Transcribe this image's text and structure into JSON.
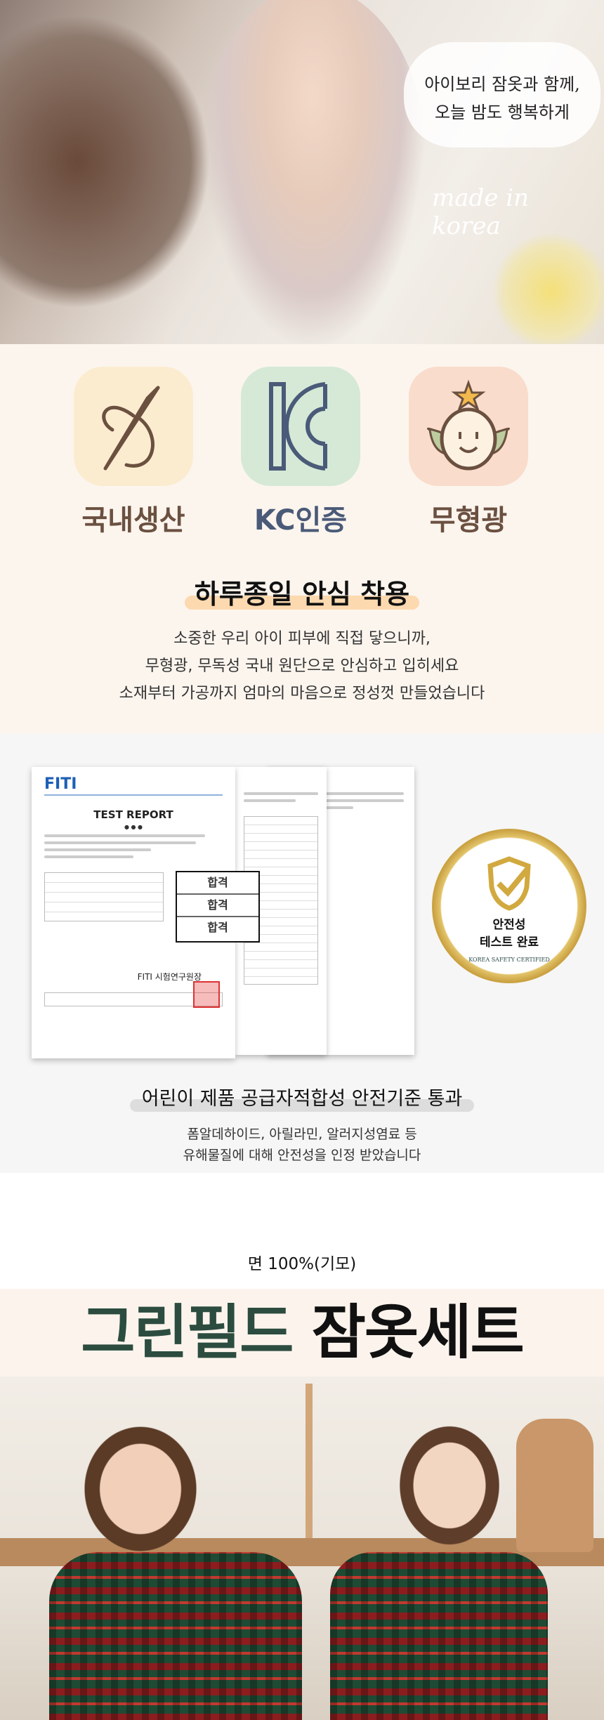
{
  "hero": {
    "bubble_line1": "아이보리 잠옷과 함께,",
    "bubble_line2": "오늘 밤도 행복하게",
    "made_in": "made in korea"
  },
  "features": {
    "items": [
      {
        "label": "국내생산",
        "icon": "needle-thread-icon",
        "bg": "#fbecd0",
        "color": "#6b5040"
      },
      {
        "label": "KC인증",
        "icon": "kc-mark-icon",
        "bg": "#d5e9d6",
        "color": "#4a5a78"
      },
      {
        "label": "무형광",
        "icon": "smiley-sprout-icon",
        "bg": "#f9dccb",
        "color": "#6b5040"
      }
    ],
    "title": "하루종일 안심 착용",
    "desc": [
      "소중한 우리 아이 피부에 직접 닿으니까,",
      "무형광, 무독성 국내 원단으로 안심하고 입히세요",
      "소재부터 가공까지 엄마의 마음으로 정성껏 만들었습니다"
    ]
  },
  "report": {
    "logo": "FITI",
    "doc_title": "TEST REPORT",
    "org": "FITI 시험연구원장",
    "results": [
      "합격",
      "합격",
      "합격"
    ],
    "badge_line1": "안전성",
    "badge_line2": "테스트 완료",
    "badge_ring": "KOREA SAFETY CERTIFIED",
    "title": "어린이 제품 공급자적합성 안전기준 통과",
    "desc": [
      "폼알데하이드, 아릴라민, 알러지성염료 등",
      "유해물질에 대해 안전성을 인정 받았습니다"
    ]
  },
  "product": {
    "material": "면 100%(기모)",
    "name_green": "그린필드",
    "name_black": "잠옷세트",
    "green": "#2c4c40"
  }
}
